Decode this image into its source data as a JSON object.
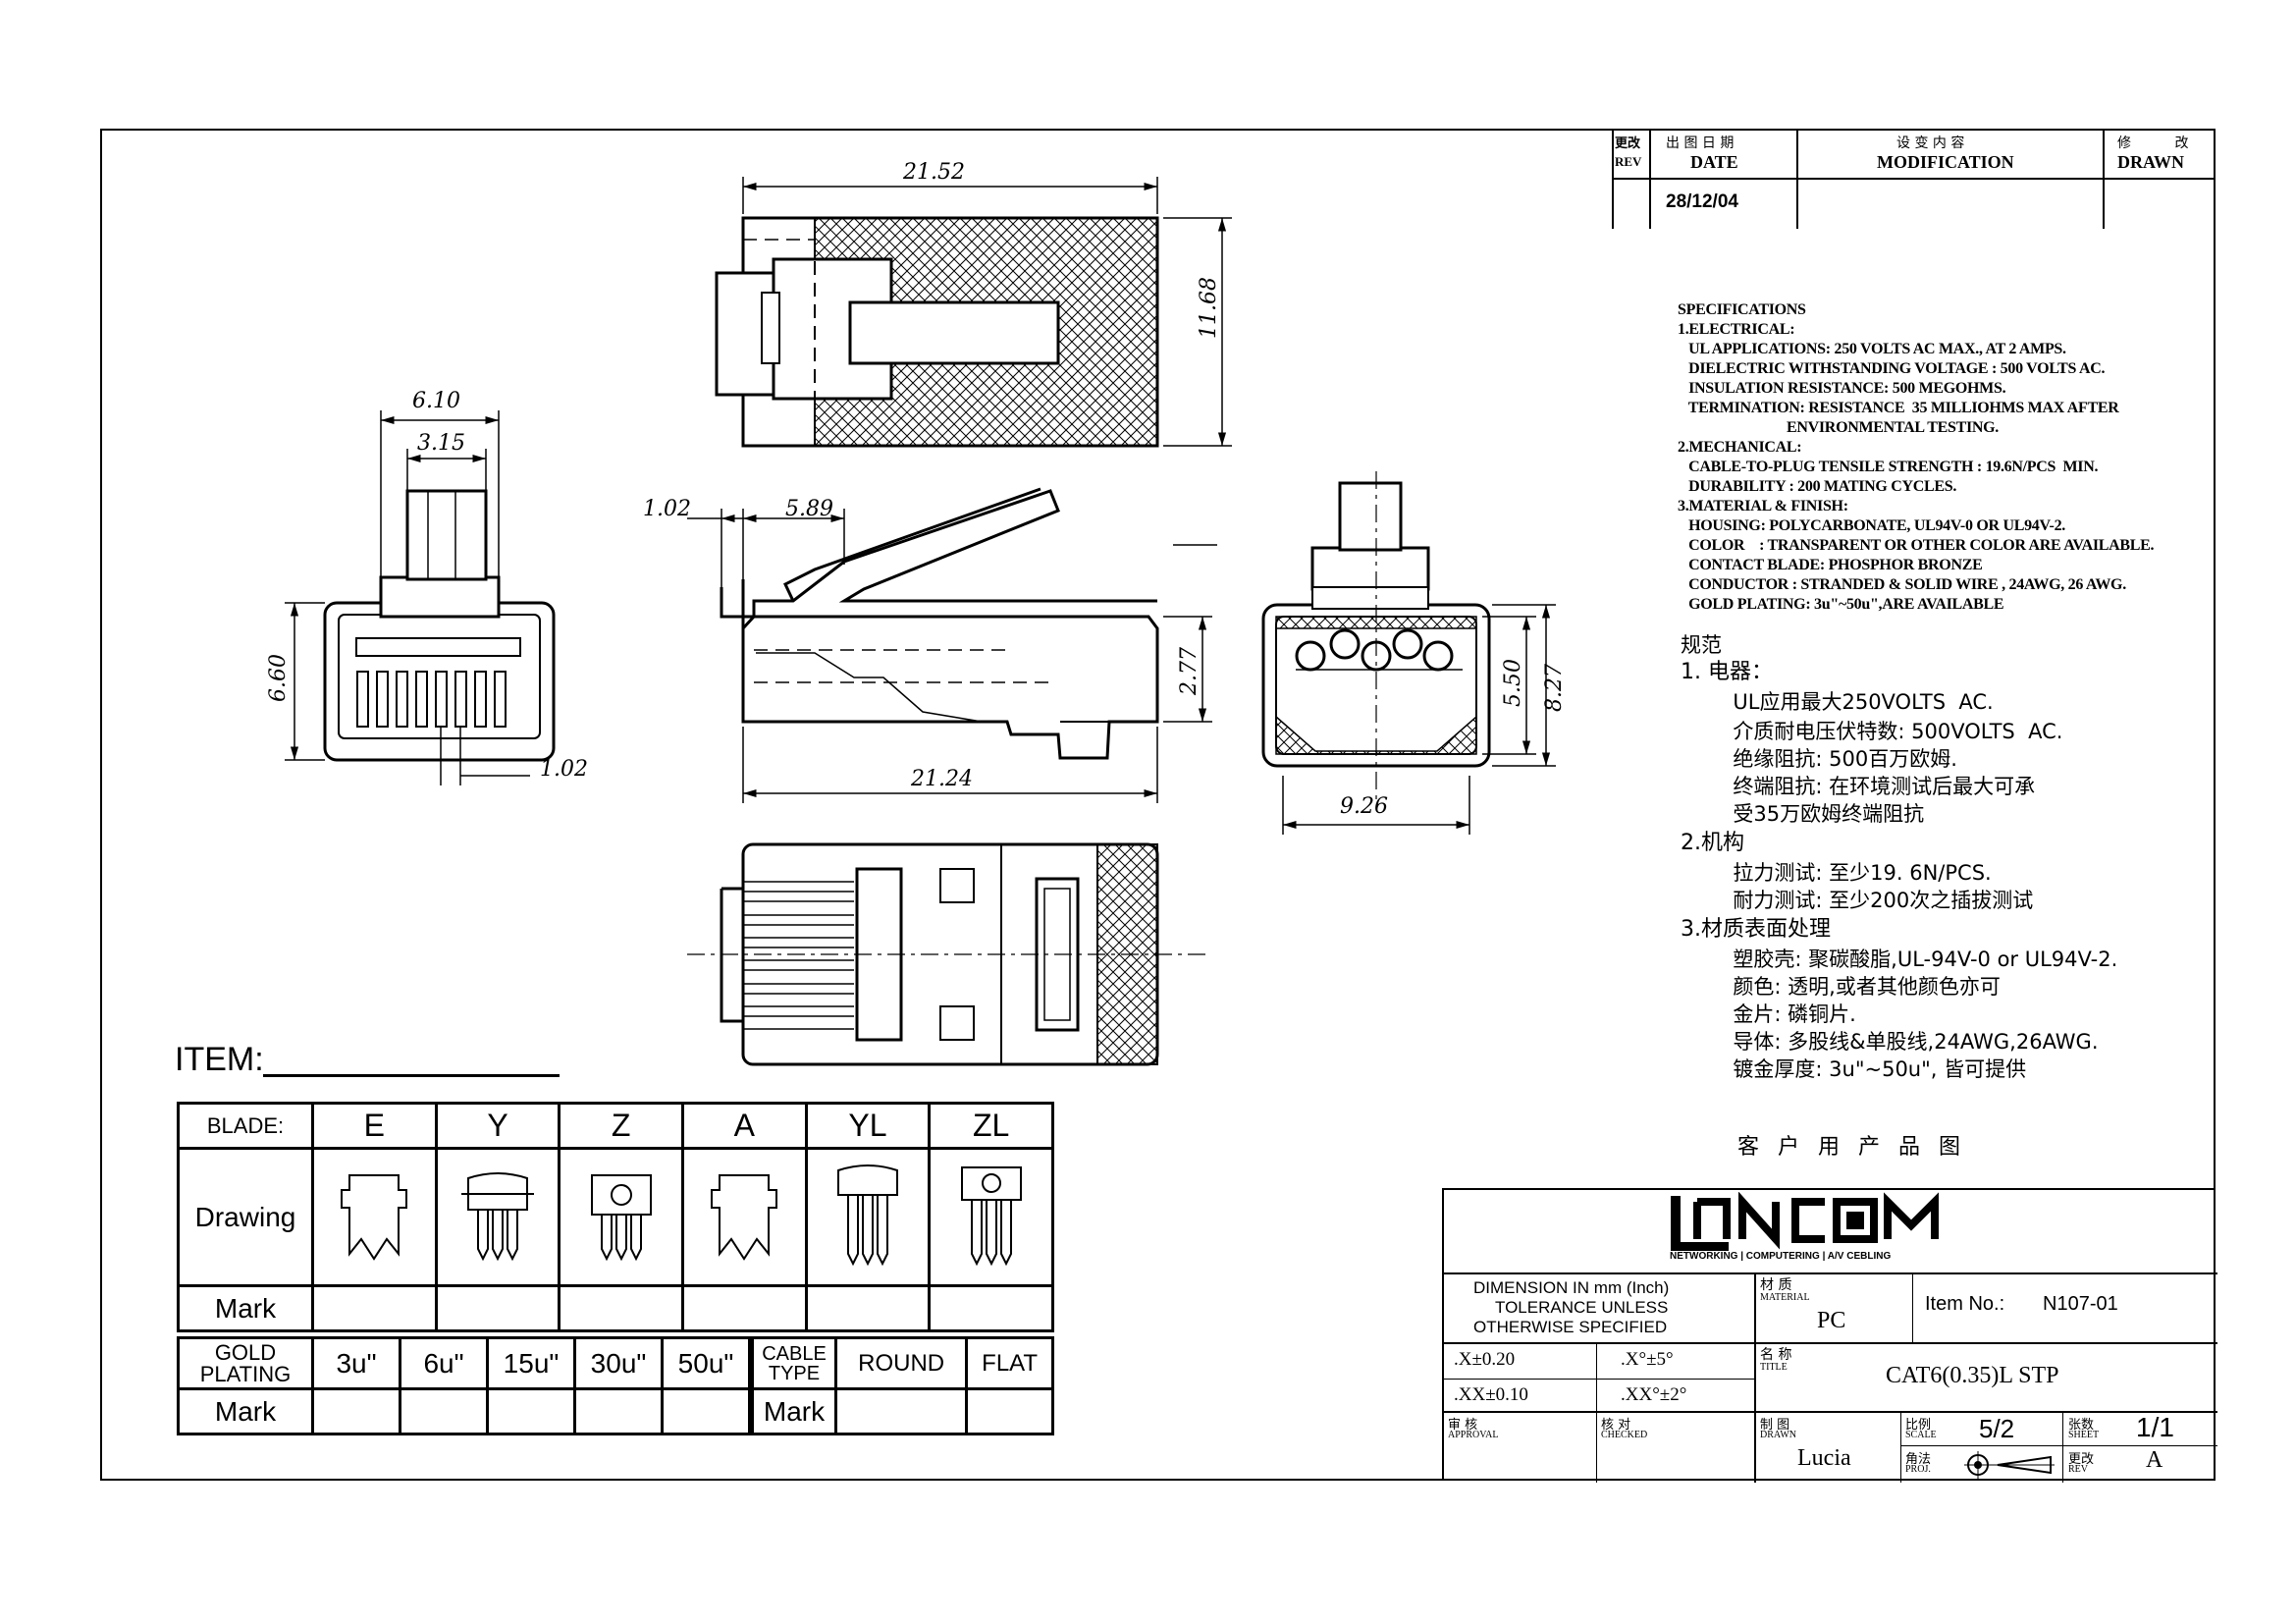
{
  "revision_table": {
    "rev_label_cn": "更改",
    "rev_label_en": "REV",
    "date_label_cn": "出 图 日 期",
    "date_label_en": "DATE",
    "mod_label_cn": "设 变 内 容",
    "mod_label_en": "MODIFICATION",
    "drawn_label_cn": "修 改",
    "drawn_label_en": "DRAWN",
    "date_value": "28/12/04"
  },
  "dimensions": {
    "top_width": "21.52",
    "top_height": "11.68",
    "front_width": "6.10",
    "front_tab": "3.15",
    "front_height": "6.60",
    "front_pitch": "1.02",
    "side_offset": "1.02",
    "side_tab": "5.89",
    "side_length": "21.24",
    "side_height": "2.77",
    "rear_width": "9.26",
    "rear_inner_h": "5.50",
    "rear_outer_h": "8.27"
  },
  "specifications_en": [
    "SPECIFICATIONS",
    "1.ELECTRICAL:",
    "   UL APPLICATIONS: 250 VOLTS AC MAX., AT 2 AMPS.",
    "   DIELECTRIC WITHSTANDING VOLTAGE : 500 VOLTS AC.",
    "   INSULATION RESISTANCE: 500 MEGOHMS.",
    "   TERMINATION: RESISTANCE  35 MILLIOHMS MAX AFTER",
    "                              ENVIRONMENTAL TESTING.",
    "2.MECHANICAL:",
    "   CABLE-TO-PLUG TENSILE STRENGTH : 19.6N/PCS  MIN.",
    "   DURABILITY : 200 MATING CYCLES.",
    "3.MATERIAL & FINISH:",
    "   HOUSING: POLYCARBONATE, UL94V-0 OR UL94V-2.",
    "   COLOR    : TRANSPARENT OR OTHER COLOR ARE AVAILABLE.",
    "   CONTACT BLADE: PHOSPHOR BRONZE",
    "   CONDUCTOR : STRANDED & SOLID WIRE , 24AWG, 26 AWG.",
    "   GOLD PLATING: 3u\"~50u\",ARE AVAILABLE"
  ],
  "specifications_cn": [
    "规范",
    "1. 电器：",
    "        UL应用最大250VOLTS  AC.",
    "        介质耐电压伏特数: 500VOLTS  AC.",
    "        绝缘阻抗: 500百万欧姆.",
    "        终端阻抗: 在环境测试后最大可承",
    "        受35万欧姆终端阻抗",
    "2.机构",
    "        拉力测试: 至少19. 6N/PCS.",
    "        耐力测试: 至少200次之插拔测试",
    "3.材质表面处理",
    "        塑胶壳: 聚碳酸脂,UL-94V-0 or UL94V-2.",
    "        颜色: 透明,或者其他颜色亦可",
    "        金片: 磷铜片.",
    "        导体: 多股线&单股线,24AWG,26AWG.",
    "        镀金厚度: 3u\"~50u\", 皆可提供"
  ],
  "customer_drawing_label": "客 户 用 产 品 图",
  "item_label": "ITEM:",
  "blade_table": {
    "blade_label": "BLADE:",
    "blades": [
      "E",
      "Y",
      "Z",
      "A",
      "YL",
      "ZL"
    ],
    "drawing_label": "Drawing",
    "mark_label": "Mark",
    "gold_plating_label_1": "GOLD",
    "gold_plating_label_2": "PLATING",
    "plating_options": [
      "3u\"",
      "6u\"",
      "15u\"",
      "30u\"",
      "50u\""
    ],
    "cable_type_label_1": "CABLE",
    "cable_type_label_2": "TYPE",
    "cable_options": [
      "ROUND",
      "FLAT"
    ],
    "mark_label_2": "Mark"
  },
  "title_block": {
    "logo": "LANCOM",
    "logo_tagline": "NETWORKING | COMPUTERING | A/V CEBLING",
    "dimension_note_1": "DIMENSION  IN  mm  (Inch)",
    "dimension_note_2": "TOLERANCE  UNLESS",
    "dimension_note_3": "OTHERWISE  SPECIFIED",
    "tol_x": ".X±0.20",
    "tol_xx": ".XX±0.10",
    "tol_ax": ".X°±5°",
    "tol_axx": ".XX°±2°",
    "material_cn": "材 质",
    "material_en": "MATERIAL",
    "material_value": "PC",
    "item_no_label": "Item No.:",
    "item_no_value": "N107-01",
    "title_cn": "名 称",
    "title_en": "TITLE",
    "title_value": "CAT6(0.35)L STP",
    "approval_cn": "审 核",
    "approval_en": "APPROVAL",
    "checked_cn": "核 对",
    "checked_en": "CHECKED",
    "drawn_cn": "制 图",
    "drawn_en": "DRAWN",
    "drawn_value": "Lucia",
    "scale_cn": "比例",
    "scale_en": "SCALE",
    "scale_value": "5/2",
    "sheet_cn": "张数",
    "sheet_en": "SHEET",
    "sheet_value": "1/1",
    "proj_cn": "角法",
    "proj_en": "PROJ.",
    "rev_cn": "更改",
    "rev_en": "REV",
    "rev_value": "A"
  }
}
